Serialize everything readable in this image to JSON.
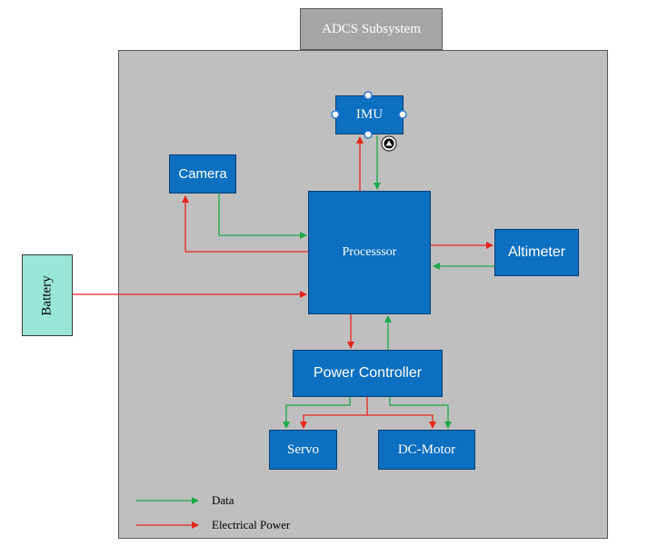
{
  "subsystem": {
    "title": "ADCS Subsystem"
  },
  "blocks": {
    "imu": "IMU",
    "camera": "Camera",
    "processor": "Processsor",
    "altimeter": "Altimeter",
    "power_controller": "Power Controller",
    "servo": "Servo",
    "dc_motor": "DC-Motor",
    "battery": "Battery"
  },
  "legend": {
    "data": {
      "label": "Data",
      "color": "#1fa84a"
    },
    "power": {
      "label": "Electrical Power",
      "color": "#e8261c"
    }
  },
  "selection_handle_icon": "rotate-handle-icon"
}
